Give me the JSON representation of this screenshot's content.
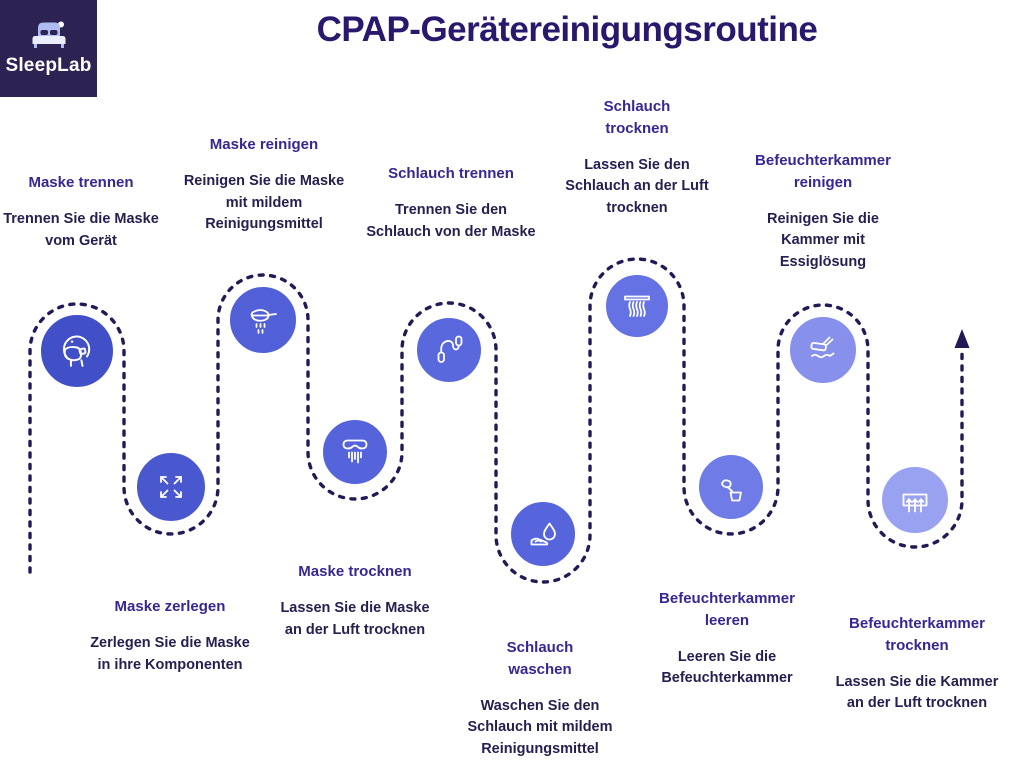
{
  "page": {
    "title": "CPAP-Gerätereinigungsroutine",
    "background_color": "#ffffff",
    "title_color": "#2A186D",
    "path_color": "#221A56",
    "path_style": "dashed",
    "path_end": "up-arrow"
  },
  "logo": {
    "brand": "SleepLab",
    "bg_color": "#2D2353",
    "icon": "bed-icon"
  },
  "steps": [
    {
      "title": "Maske trennen",
      "description": "Trennen Sie die Maske vom Gerät",
      "icon": "cpap-mask-icon",
      "circle_color": "#4150C7"
    },
    {
      "title": "Maske zerlegen",
      "description": "Zerlegen Sie die Maske in ihre Komponenten",
      "icon": "expand-arrows-icon",
      "circle_color": "#4A58CF"
    },
    {
      "title": "Maske reinigen",
      "description": "Reinigen Sie die Maske mit mildem Reinigungsmittel",
      "icon": "mask-rinse-icon",
      "circle_color": "#5160D6"
    },
    {
      "title": "Maske trocknen",
      "description": "Lassen Sie die Maske an der Luft trocknen",
      "icon": "mask-air-dry-icon",
      "circle_color": "#5564DA"
    },
    {
      "title": "Schlauch trennen",
      "description": "Trennen Sie den Schlauch von der Maske",
      "icon": "hose-connector-icon",
      "circle_color": "#5A68DE"
    },
    {
      "title": "Schlauch waschen",
      "description": "Waschen Sie den Schlauch mit mildem Reinigungsmittel",
      "icon": "water-drop-wash-icon",
      "circle_color": "#5765DC"
    },
    {
      "title": "Schlauch trocknen",
      "description": "Lassen Sie den Schlauch an der Luft trocknen",
      "icon": "hanging-tubes-icon",
      "circle_color": "#6572E3"
    },
    {
      "title": "Befeuchterkammer leeren",
      "description": "Leeren Sie die Befeuchterkammer",
      "icon": "empty-chamber-icon",
      "circle_color": "#6F7BE7"
    },
    {
      "title": "Befeuchterkammer reinigen",
      "description": "Reinigen Sie die Kammer mit Essiglösung",
      "icon": "scrub-brush-icon",
      "circle_color": "#8791EC"
    },
    {
      "title": "Befeuchterkammer trocknen",
      "description": "Lassen Sie die Kammer an der Luft trocknen",
      "icon": "air-dry-arrows-icon",
      "circle_color": "#99A2F1"
    }
  ]
}
